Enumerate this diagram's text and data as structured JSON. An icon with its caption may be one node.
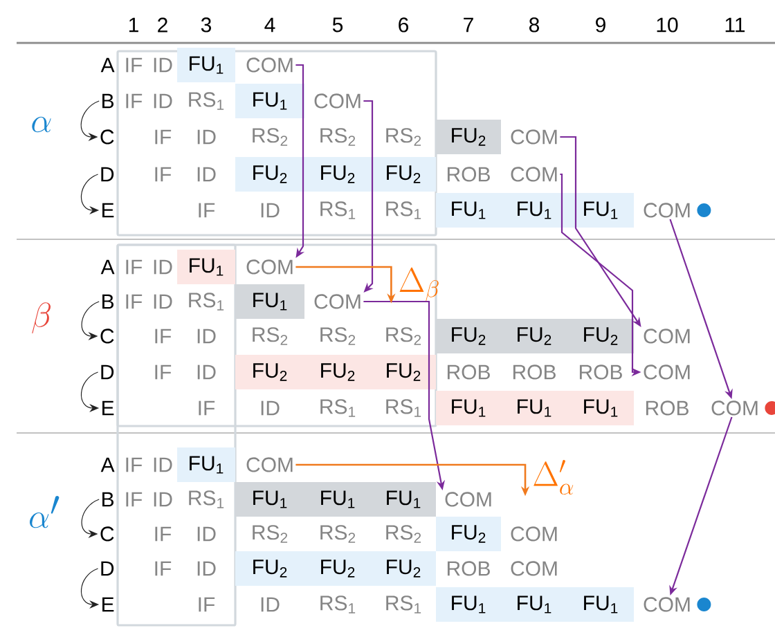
{
  "diagram": {
    "nodes": [
      {
        "text": [
          "A"
        ]
      },
      {
        "text": [
          "IF"
        ]
      },
      {
        "text": [
          "ID"
        ]
      },
      {
        "text": [
          "FU$_{1}$"
        ]
      },
      {
        "text": [
          "COM"
        ]
      },
      {
        "text": [
          "B"
        ]
      },
      {
        "text": [
          "IF"
        ]
      },
      {
        "text": [
          "ID"
        ]
      },
      {
        "text": [
          "RS$_{1}$"
        ]
      },
      {
        "text": [
          "FU$_{1}$"
        ]
      },
      {
        "text": [
          "COM"
        ]
      },
      {
        "text": [
          "C"
        ]
      },
      {
        "text": [
          "IF"
        ]
      },
      {
        "text": [
          "ID"
        ]
      },
      {
        "text": [
          "RS$_{2}$"
        ]
      },
      {
        "text": [
          "RS$_{2}$"
        ]
      },
      {
        "text": [
          "RS$_{2}$"
        ]
      },
      {
        "text": [
          "FU$_{2}$"
        ]
      },
      {
        "text": [
          "COM"
        ]
      },
      {
        "text": [
          "D"
        ]
      },
      {
        "text": [
          "IF"
        ]
      },
      {
        "text": [
          "ID"
        ]
      },
      {
        "text": [
          "FU$_{2}$"
        ]
      },
      {
        "text": [
          "FU$_{2}$"
        ]
      },
      {
        "text": [
          "FU$_{2}$"
        ]
      },
      {
        "text": [
          "ROB"
        ]
      },
      {
        "text": [
          "COM"
        ]
      },
      {
        "text": [
          "E"
        ]
      },
      {
        "text": [
          "IF"
        ]
      },
      {
        "text": [
          "ID"
        ]
      },
      {
        "text": [
          "RS$_{1}$"
        ]
      },
      {
        "text": [
          "RS$_{1}$"
        ]
      },
      {
        "text": [
          "FU$_{1}$"
        ]
      },
      {
        "text": [
          "FU$_{1}$"
        ]
      },
      {
        "text": [
          "FU$_{1}$"
        ]
      },
      {
        "text": [
          "COM"
        ]
      },
      {
        "text": [
          "A"
        ]
      },
      {
        "text": [
          "IF"
        ]
      },
      {
        "text": [
          "ID"
        ]
      },
      {
        "text": [
          "FU$_{1}$"
        ]
      },
      {
        "text": [
          "COM"
        ]
      },
      {
        "text": [
          "\\Delta_{\\beta}"
        ]
      },
      {
        "text": [
          "B"
        ]
      },
      {
        "text": [
          "IF"
        ]
      },
      {
        "text": [
          "ID"
        ]
      },
      {
        "text": [
          "RS$_{1}$"
        ]
      },
      {
        "text": [
          "FU$_{1}$"
        ]
      },
      {
        "text": [
          "COM"
        ]
      },
      {
        "text": [
          "C"
        ]
      },
      {
        "text": [
          "IF"
        ]
      },
      {
        "text": [
          "ID"
        ]
      },
      {
        "text": [
          "RS$_{2}$"
        ]
      },
      {
        "text": [
          "RS$_{2}$"
        ]
      },
      {
        "text": [
          "RS$_{2}$"
        ]
      },
      {
        "text": [
          "FU$_{2}$"
        ]
      },
      {
        "text": [
          "FU$_{2}$"
        ]
      },
      {
        "text": [
          "FU$_{2}$"
        ]
      },
      {
        "text": [
          "COM"
        ]
      },
      {
        "text": [
          "D"
        ]
      },
      {
        "text": [
          "IF"
        ]
      },
      {
        "text": [
          "ID"
        ]
      },
      {
        "text": [
          "FU$_{2}$"
        ]
      },
      {
        "text": [
          "FU$_{2}$"
        ]
      },
      {
        "text": [
          "FU$_{2}$"
        ]
      },
      {
        "text": [
          "ROB"
        ]
      },
      {
        "text": [
          "ROB"
        ]
      },
      {
        "text": [
          "ROB"
        ]
      },
      {
        "text": [
          "COM"
        ]
      },
      {
        "text": [
          "E"
        ]
      },
      {
        "text": [
          "IF"
        ]
      },
      {
        "text": [
          "ID"
        ]
      },
      {
        "text": [
          "RS$_{1}$"
        ]
      },
      {
        "text": [
          "RS$_{1}$"
        ]
      },
      {
        "text": [
          "FU$_{1}$"
        ]
      },
      {
        "text": [
          "FU$_{1}$"
        ]
      },
      {
        "text": [
          "FU$_{1}$"
        ]
      },
      {
        "text": [
          "ROB"
        ]
      },
      {
        "text": [
          "COM"
        ]
      },
      {
        "text": [
          "A"
        ]
      },
      {
        "text": [
          "IF"
        ]
      },
      {
        "text": [
          "ID"
        ]
      },
      {
        "text": [
          "FU$_{1}$"
        ]
      },
      {
        "text": [
          "COM"
        ]
      },
      {
        "text": [
          "\\Delta'_{\\alpha}"
        ]
      },
      {
        "text": [
          "B"
        ]
      },
      {
        "text": [
          "IF"
        ]
      },
      {
        "text": [
          "ID"
        ]
      },
      {
        "text": [
          "RS$_{1}$"
        ]
      },
      {
        "text": [
          "FU$_{1}$"
        ]
      },
      {
        "text": [
          "FU$_{1}$"
        ]
      },
      {
        "text": [
          "FU$_{1}$"
        ]
      },
      {
        "text": [
          "COM"
        ]
      },
      {
        "text": [
          "C"
        ]
      },
      {
        "text": [
          "IF"
        ]
      },
      {
        "text": [
          "ID"
        ]
      },
      {
        "text": [
          "RS$_{2}$"
        ]
      },
      {
        "text": [
          "RS$_{2}$"
        ]
      },
      {
        "text": [
          "RS$_{2}$"
        ]
      },
      {
        "text": [
          "FU$_{2}$"
        ]
      },
      {
        "text": [
          "COM"
        ]
      },
      {
        "text": [
          "D"
        ]
      },
      {
        "text": [
          "IF"
        ]
      },
      {
        "text": [
          "ID"
        ]
      },
      {
        "text": [
          "FU$_{2}$"
        ]
      },
      {
        "text": [
          "FU$_{2}$"
        ]
      },
      {
        "text": [
          "FU$_{2}$"
        ]
      },
      {
        "text": [
          "ROB"
        ]
      },
      {
        "text": [
          "COM"
        ]
      },
      {
        "text": [
          "E"
        ]
      },
      {
        "text": [
          "IF"
        ]
      },
      {
        "text": [
          "ID"
        ]
      },
      {
        "text": [
          "RS$_{1}$"
        ]
      },
      {
        "text": [
          "RS$_{1}$"
        ]
      },
      {
        "text": [
          "FU$_{1}$"
        ]
      },
      {
        "text": [
          "FU$_{1}$"
        ]
      },
      {
        "text": [
          "FU$_{1}$"
        ]
      },
      {
        "text": [
          "COM"
        ]
      }
    ],
    "edges": [
      {
        "from": 4,
        "to": 40,
        "arrow": "to"
      },
      {
        "from": 10,
        "to": 47,
        "arrow": "to"
      },
      {
        "from": 18,
        "to": 57,
        "arrow": "to"
      },
      {
        "from": 26,
        "to": 67,
        "arrow": "to"
      },
      {
        "from": 35,
        "to": 77,
        "arrow": "to"
      },
      {
        "from": 47,
        "to": 91,
        "arrow": "to"
      },
      {
        "from": 77,
        "to": 116,
        "arrow": "to"
      },
      {
        "from": 40,
        "to": 41,
        "arrow": "to",
        "color": "#f07a1e"
      },
      {
        "from": 82,
        "to": 83,
        "arrow": "to",
        "color": "#f07a1e"
      },
      {
        "from": 5,
        "to": 11,
        "arrow": "to",
        "color": "#222222"
      },
      {
        "from": 19,
        "to": 27,
        "arrow": "to",
        "color": "#222222"
      },
      {
        "from": 42,
        "to": 48,
        "arrow": "to",
        "color": "#222222"
      },
      {
        "from": 58,
        "to": 68,
        "arrow": "to",
        "color": "#222222"
      },
      {
        "from": 84,
        "to": 92,
        "arrow": "to",
        "color": "#222222"
      },
      {
        "from": 100,
        "to": 108,
        "arrow": "to",
        "color": "#222222"
      }
    ],
    "labels": [
      "1",
      "2",
      "3",
      "4",
      "5",
      "6",
      "7",
      "8",
      "9",
      "10",
      "11",
      "\\alpha",
      "\\beta",
      "\\alpha'"
    ]
  }
}
